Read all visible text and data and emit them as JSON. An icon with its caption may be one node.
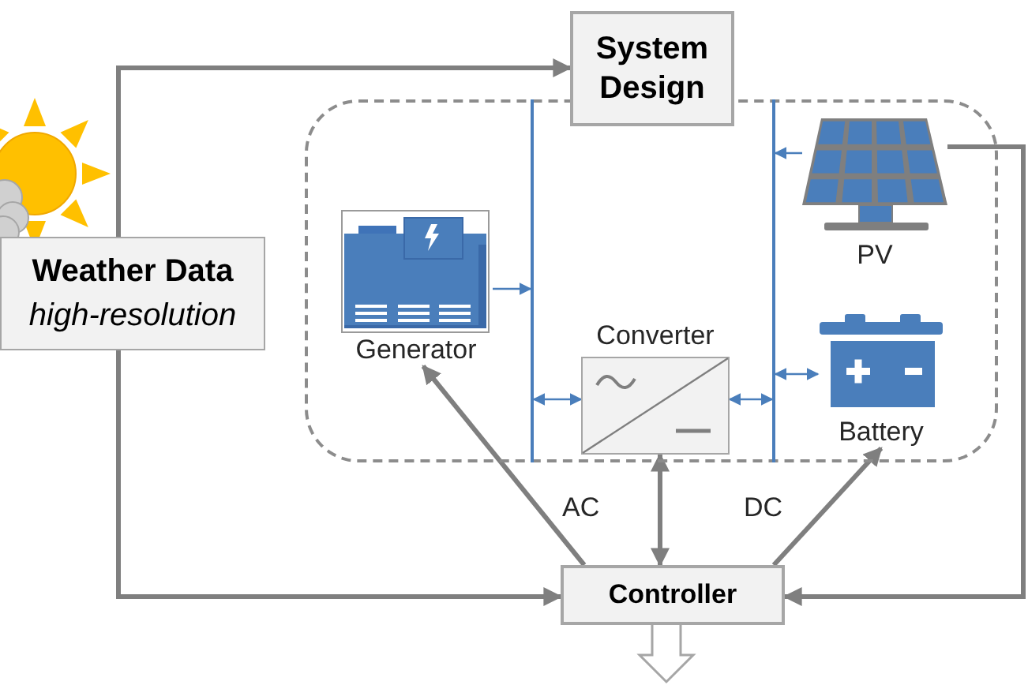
{
  "diagram": {
    "nodes": [
      {
        "text": [
          "Weather Data",
          "high-resolution"
        ]
      },
      {
        "text": [
          "System Design"
        ]
      },
      {
        "text": [],
        "shape": "box"
      },
      {
        "text": [],
        "shape": "bar",
        "in": 2
      },
      {
        "text": [
          "Generator"
        ],
        "in": 2
      },
      {
        "text": [
          "Converter"
        ],
        "in": 2
      },
      {
        "text": [],
        "shape": "bar",
        "in": 2
      },
      {
        "text": [
          "PV"
        ],
        "in": 2
      },
      {
        "text": [
          "Battery"
        ],
        "in": 2
      },
      {
        "text": [
          "Controller"
        ]
      }
    ],
    "edges": [
      {
        "from": 0,
        "to": 1,
        "arrow": "to"
      },
      {
        "from": 0,
        "to": 9,
        "arrow": "to"
      },
      {
        "from": 7,
        "to": 9,
        "arrow": "to"
      },
      {
        "from": 9,
        "to": 4,
        "arrow": "to"
      },
      {
        "from": 9,
        "to": 5,
        "arrow": "both"
      },
      {
        "from": 9,
        "to": 8,
        "arrow": "to"
      },
      {
        "from": 9,
        "to": null,
        "arrow": "to",
        "style": "thick"
      },
      {
        "from": 4,
        "to": 3,
        "arrow": "to",
        "color": "#4a7ebb"
      },
      {
        "from": 3,
        "to": 5,
        "arrow": "both",
        "color": "#4a7ebb"
      },
      {
        "from": 5,
        "to": 6,
        "arrow": "both",
        "color": "#4a7ebb"
      },
      {
        "from": 7,
        "to": 6,
        "arrow": "to",
        "color": "#4a7ebb"
      },
      {
        "from": 6,
        "to": 8,
        "arrow": "both",
        "color": "#4a7ebb"
      }
    ],
    "labels": [
      "AC",
      "DC"
    ]
  }
}
